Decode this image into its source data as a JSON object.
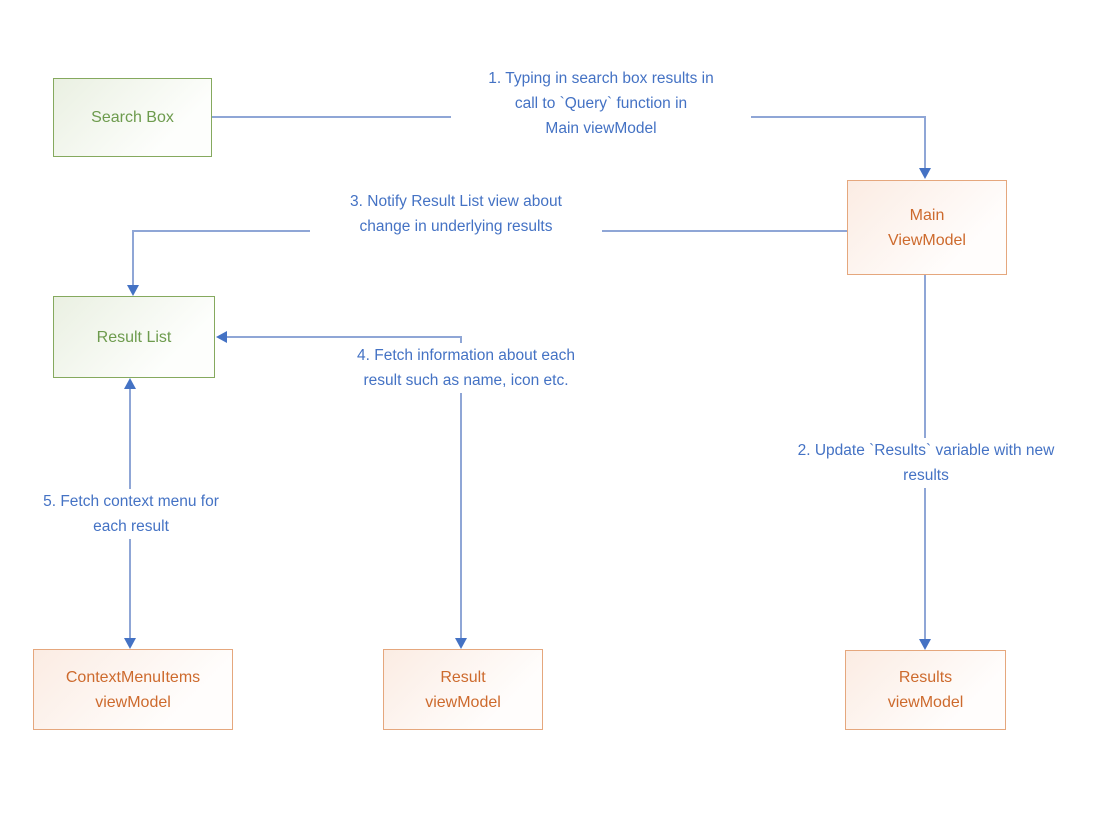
{
  "diagram_title": "MVVM search flow diagram",
  "colors": {
    "green_border": "#85a95e",
    "green_text": "#6d9b4d",
    "orange_border": "#e5a77d",
    "orange_text": "#cd6a2d",
    "line": "#8fa6d6",
    "arrow": "#4472c4",
    "label_text": "#4472c4",
    "bg": "#ffffff"
  },
  "nodes": {
    "search_box": {
      "lines": [
        "Search Box"
      ]
    },
    "main_viewmodel": {
      "lines": [
        "Main",
        "ViewModel"
      ]
    },
    "result_list": {
      "lines": [
        "Result List"
      ]
    },
    "contextmenuitems_viewmodel": {
      "lines": [
        "ContextMenuItems",
        "viewModel"
      ]
    },
    "result_viewmodel": {
      "lines": [
        "Result",
        "viewModel"
      ]
    },
    "results_viewmodel": {
      "lines": [
        "Results",
        "viewModel"
      ]
    }
  },
  "annotations": {
    "step1": {
      "lines": [
        "1. Typing in search box results in",
        "call to `Query` function in",
        "Main viewModel"
      ]
    },
    "step2": {
      "lines": [
        "2. Update `Results` variable with new",
        "results"
      ]
    },
    "step3": {
      "lines": [
        "3. Notify Result List view about",
        "change in underlying results"
      ]
    },
    "step4": {
      "lines": [
        "4. Fetch information about each",
        "result such as name, icon etc."
      ]
    },
    "step5": {
      "lines": [
        "5. Fetch context menu for",
        "each result"
      ]
    }
  }
}
